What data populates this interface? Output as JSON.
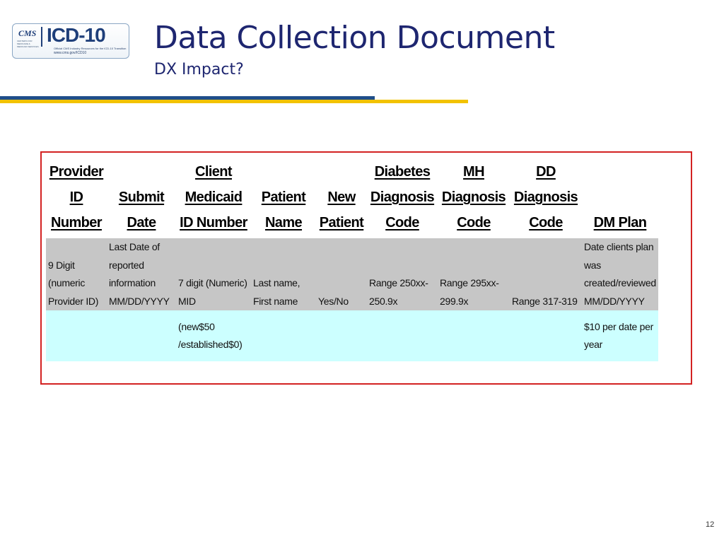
{
  "logo": {
    "cms": "CMS",
    "cms_sub": "CENTERS FOR MEDICARE & MEDICAID SERVICES",
    "main": "ICD-10",
    "tagline": "Official CMS Industry Resources for the ICD-10 Transition",
    "url": "www.cms.gov/ICD10"
  },
  "slide": {
    "title": "Data Collection Document",
    "subtitle": "DX Impact?",
    "page_number": "12"
  },
  "table": {
    "headers": [
      [
        "Provider",
        "ID",
        "Number"
      ],
      [
        "Submit",
        "Date"
      ],
      [
        "Client",
        "Medicaid",
        "ID Number"
      ],
      [
        "Patient",
        "Name"
      ],
      [
        "New",
        "Patient"
      ],
      [
        "Diabetes",
        "Diagnosis",
        "Code"
      ],
      [
        "MH",
        "Diagnosis",
        "Code"
      ],
      [
        "DD",
        "Diagnosis",
        "Code"
      ],
      [
        "DM Plan"
      ]
    ],
    "row1": [
      [
        "9 Digit",
        "(numeric",
        "Provider ID)"
      ],
      [
        "Last Date of",
        "reported",
        "information",
        "MM/DD/YYYY"
      ],
      [
        "7 digit (Numeric)",
        "MID"
      ],
      [
        "Last name,",
        "First name"
      ],
      [
        "Yes/No"
      ],
      [
        "Range 250xx-",
        "250.9x"
      ],
      [
        "Range 295xx-",
        "299.9x"
      ],
      [
        "Range 317-319"
      ],
      [
        "Date clients plan",
        "was",
        "created/reviewed",
        "MM/DD/YYYY"
      ]
    ],
    "row2": [
      [],
      [],
      [
        "(new$50",
        "/established$0)"
      ],
      [],
      [],
      [],
      [],
      [],
      [
        "$10 per date per",
        "year"
      ]
    ]
  },
  "colors": {
    "title": "#1e2670",
    "rule_blue": "#1f4f8a",
    "rule_gold": "#f2c200",
    "frame_red": "#d32222",
    "row1_bg": "#c6c6c6",
    "row2_bg": "#ccffff"
  }
}
